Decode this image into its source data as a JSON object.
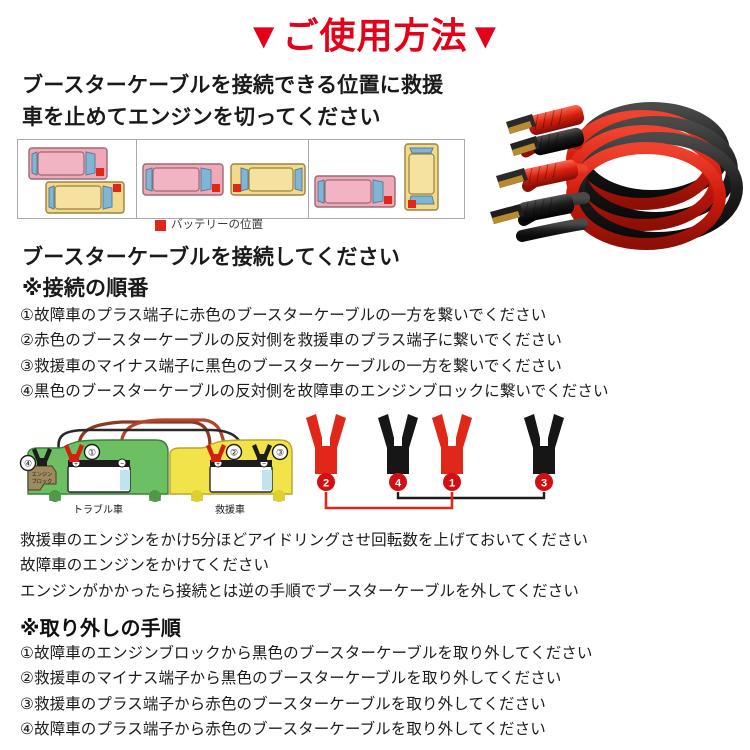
{
  "title": "▼ご使用方法▼",
  "title_color": "#e3021a",
  "step1_heading": "ブースターケーブルを接続できる位置に救援車を止めてエンジンを切ってください",
  "step2_heading": "ブースターケーブルを接続してください",
  "connect_order_heading": "※接続の順番",
  "legend": {
    "swatch_color": "#e02718",
    "label": "バッテリーの位置"
  },
  "parking_panels": [
    {
      "name": "panel-parallel-side-by-side",
      "cars": [
        "pink-horizontal",
        "yellow-horizontal"
      ]
    },
    {
      "name": "panel-nose-to-nose",
      "cars": [
        "pink-horizontal",
        "yellow-horizontal"
      ]
    },
    {
      "name": "panel-perpendicular",
      "cars": [
        "pink-horizontal",
        "yellow-vertical"
      ]
    }
  ],
  "connect_steps": [
    "①故障車のプラス端子に赤色のブースターケーブルの一方を繋いでください",
    "②赤色のブースターケーブルの反対側を救援車のプラス端子に繋いでください",
    "③救援車のマイナス端子に黒色のブースターケーブルの一方を繋いでください",
    "④黒色のブースターケーブルの反対側を故障車のエンジンブロックに繋いでください"
  ],
  "car_diagram": {
    "trouble_car_label": "トラブル車",
    "rescue_car_label": "救援車",
    "engine_block_label": "エンジンブロック",
    "trouble_car_color": "#6cbf63",
    "rescue_car_color": "#f2e34a",
    "markers": [
      "①",
      "②",
      "③",
      "④"
    ],
    "plus_symbol": "+",
    "minus_symbol": "−"
  },
  "clamp_diagram": {
    "clamps": [
      {
        "number": "2",
        "color": "red",
        "hex": "#e02718"
      },
      {
        "number": "4",
        "color": "black",
        "hex": "#161616"
      },
      {
        "number": "1",
        "color": "red",
        "hex": "#e02718"
      },
      {
        "number": "3",
        "color": "black",
        "hex": "#161616"
      }
    ],
    "red_link": "2-1",
    "black_link": "4-3"
  },
  "notes": [
    "救援車のエンジンをかけ5分ほどアイドリングさせ回転数を上げておいてください",
    "故障車のエンジンをかけてください",
    "エンジンがかかったら接続とは逆の手順でブースターケーブルを外してください"
  ],
  "removal_heading": "※取り外しの手順",
  "removal_steps": [
    "①故障車のエンジンブロックから黒色のブースターケーブルを取り外してください",
    "②救援車のマイナス端子から黒色のブースターケーブルを取り外してください",
    "③救援車のプラス端子から赤色のブースターケーブルを取り外してください",
    "④故障車のプラス端子から赤色のブースターケーブルを取り外してください"
  ]
}
